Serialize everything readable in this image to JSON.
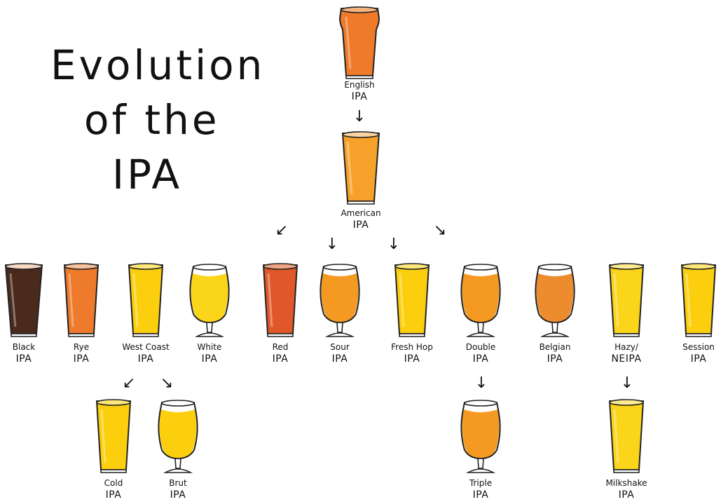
{
  "title": {
    "line1": "Evolution",
    "line2": "of the",
    "line3": "IPA"
  },
  "colors": {
    "english": "#ef7a2a",
    "american": "#f6a12a",
    "black": "#4a2a1c",
    "black_foam": "#f5d7c3",
    "rye": "#ee7a2c",
    "golden": "#fccf0e",
    "light_golden": "#fbd51a",
    "red": "#e0582a",
    "sour": "#f49a22",
    "belgian": "#ec8c2e",
    "pale": "#fde25a"
  },
  "nodes": {
    "english": {
      "line1": "English",
      "line2": "IPA"
    },
    "american": {
      "line1": "American",
      "line2": "IPA"
    },
    "black": {
      "line1": "Black",
      "line2": "IPA"
    },
    "rye": {
      "line1": "Rye",
      "line2": "IPA"
    },
    "west_coast": {
      "line1": "West Coast",
      "line2": "IPA"
    },
    "white": {
      "line1": "White",
      "line2": "IPA"
    },
    "red": {
      "line1": "Red",
      "line2": "IPA"
    },
    "sour": {
      "line1": "Sour",
      "line2": "IPA"
    },
    "fresh_hop": {
      "line1": "Fresh Hop",
      "line2": "IPA"
    },
    "double": {
      "line1": "Double",
      "line2": "IPA"
    },
    "belgian": {
      "line1": "Belgian",
      "line2": "IPA"
    },
    "hazy": {
      "line1": "Hazy/",
      "line2": "NEIPA"
    },
    "session": {
      "line1": "Session",
      "line2": "IPA"
    },
    "cold": {
      "line1": "Cold",
      "line2": "IPA"
    },
    "brut": {
      "line1": "Brut",
      "line2": "IPA"
    },
    "triple": {
      "line1": "Triple",
      "line2": "IPA"
    },
    "milkshake": {
      "line1": "Milkshake",
      "line2": "IPA"
    }
  },
  "edges": [
    {
      "from": "english",
      "to": "american"
    },
    {
      "from": "american",
      "to": "red"
    },
    {
      "from": "american",
      "to": "sour"
    },
    {
      "from": "american",
      "to": "fresh_hop"
    },
    {
      "from": "american",
      "to": "double"
    },
    {
      "from": "west_coast",
      "to": "cold"
    },
    {
      "from": "west_coast",
      "to": "brut"
    },
    {
      "from": "double",
      "to": "triple"
    },
    {
      "from": "hazy",
      "to": "milkshake"
    }
  ]
}
